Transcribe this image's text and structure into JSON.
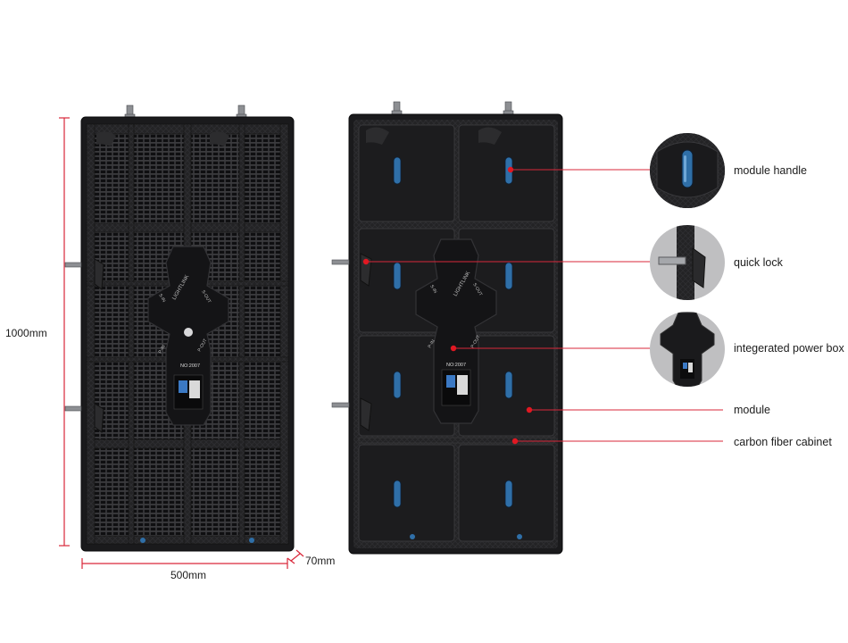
{
  "dimensions": {
    "height": "1000mm",
    "width": "500mm",
    "depth": "70mm"
  },
  "back_panel": {
    "brand_text": "LIGHTLINK",
    "port_labels": [
      "S-IN",
      "S-OUT",
      "P-IN",
      "P-OUT"
    ],
    "serial_text": "NO:2007"
  },
  "front_panel": {
    "brand_text": "LIGHTLINK",
    "port_labels": [
      "S-IN",
      "S-OUT",
      "P-IN",
      "P-OUT"
    ],
    "serial_text": "NO:2007"
  },
  "callouts": [
    {
      "id": "module-handle",
      "label": "module handle"
    },
    {
      "id": "quick-lock",
      "label": "quick lock"
    },
    {
      "id": "power-box",
      "label": "integerated power box"
    },
    {
      "id": "module",
      "label": "module"
    },
    {
      "id": "cabinet",
      "label": "carbon fiber cabinet"
    }
  ],
  "colors": {
    "dimension_line": "#d9273a",
    "callout_line": "#d9273a",
    "callout_dot": "#e01822",
    "panel_dark": "#1e1e20",
    "panel_frame": "#2a2a2c",
    "handle_blue": "#2f6fa8",
    "detail_circle_bg": "#bfbfc1"
  }
}
